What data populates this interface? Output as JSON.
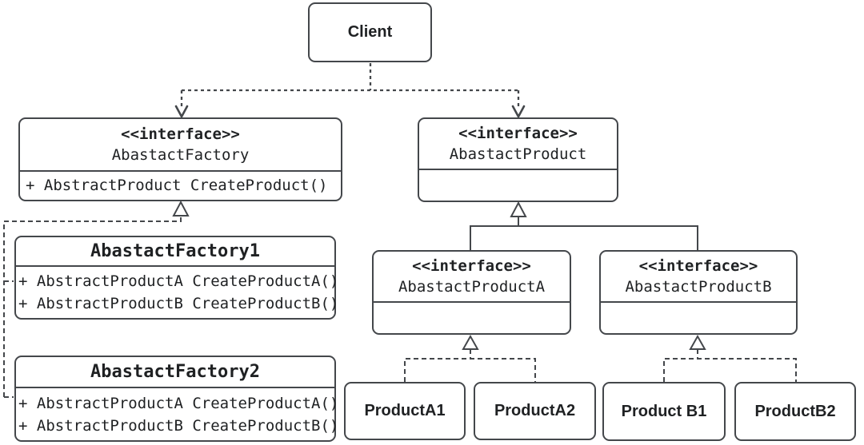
{
  "diagram": {
    "type": "uml-class-diagram",
    "colors": {
      "line": "#44474b",
      "text": "#1f2123",
      "background": "#ffffff"
    },
    "nodes": {
      "client": {
        "title": "Client"
      },
      "abstract_factory": {
        "stereotype": "<<interface>>",
        "name": "AbastactFactory",
        "methods": [
          "+ AbstractProduct CreateProduct()"
        ]
      },
      "abstract_product": {
        "stereotype": "<<interface>>",
        "name": "AbastactProduct",
        "methods": []
      },
      "factory1": {
        "name": "AbastactFactory1",
        "methods": [
          "+ AbstractProductA CreateProductA()",
          "+ AbstractProductB CreateProductB()"
        ]
      },
      "factory2": {
        "name": "AbastactFactory2",
        "methods": [
          "+ AbstractProductA CreateProductA()",
          "+ AbstractProductB CreateProductB()"
        ]
      },
      "product_a_interface": {
        "stereotype": "<<interface>>",
        "name": "AbastactProductA",
        "methods": []
      },
      "product_b_interface": {
        "stereotype": "<<interface>>",
        "name": "AbastactProductB",
        "methods": []
      },
      "product_a1": {
        "title": "ProductA1"
      },
      "product_a2": {
        "title": "ProductA2"
      },
      "product_b1": {
        "title": "Product B1"
      },
      "product_b2": {
        "title": "ProductB2"
      }
    },
    "edges": [
      {
        "from": "Client",
        "to": "AbastactFactory",
        "type": "dependency",
        "style": "dashed-open-arrow"
      },
      {
        "from": "Client",
        "to": "AbastactProduct",
        "type": "dependency",
        "style": "dashed-open-arrow"
      },
      {
        "from": "AbastactFactory1",
        "to": "AbastactFactory",
        "type": "realization",
        "style": "dashed-hollow-triangle"
      },
      {
        "from": "AbastactFactory2",
        "to": "AbastactFactory",
        "type": "realization",
        "style": "dashed-hollow-triangle"
      },
      {
        "from": "AbastactProductA",
        "to": "AbastactProduct",
        "type": "generalization",
        "style": "solid-hollow-triangle"
      },
      {
        "from": "AbastactProductB",
        "to": "AbastactProduct",
        "type": "generalization",
        "style": "solid-hollow-triangle"
      },
      {
        "from": "ProductA1",
        "to": "AbastactProductA",
        "type": "realization",
        "style": "dashed-hollow-triangle"
      },
      {
        "from": "ProductA2",
        "to": "AbastactProductA",
        "type": "realization",
        "style": "dashed-hollow-triangle"
      },
      {
        "from": "Product B1",
        "to": "AbastactProductB",
        "type": "realization",
        "style": "dashed-hollow-triangle"
      },
      {
        "from": "ProductB2",
        "to": "AbastactProductB",
        "type": "realization",
        "style": "dashed-hollow-triangle"
      }
    ]
  }
}
